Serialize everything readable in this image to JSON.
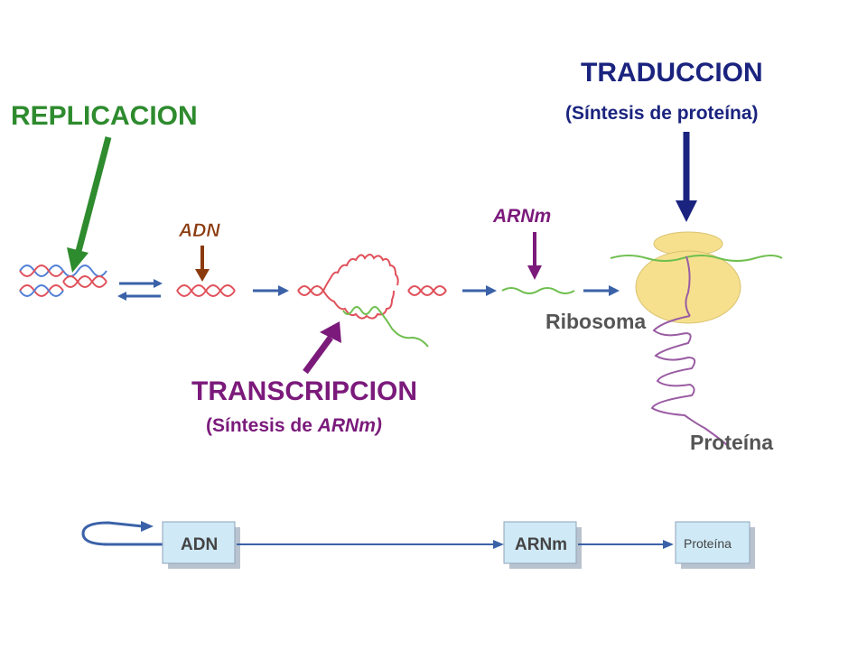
{
  "labels": {
    "replicacion": "REPLICACION",
    "traduccion": "TRADUCCION",
    "traduccion_sub": "(Síntesis de proteína)",
    "transcripcion": "TRANSCRIPCION",
    "transcripcion_sub_prefix": "(Síntesis de ",
    "transcripcion_sub_emph": "ARNm)",
    "adn": "ADN",
    "arnm": "ARNm",
    "ribosoma": "Ribosoma",
    "proteina": "Proteína"
  },
  "flow": {
    "box1": "ADN",
    "box2": "ARNm",
    "box3": "Proteína"
  },
  "colors": {
    "replicacion": "#2e8b2e",
    "traduccion": "#1a237e",
    "transcripcion": "#7b1a7b",
    "adn_label": "#8b3a0e",
    "arnm_label": "#7b1a7b",
    "dna_red": "#e0505a",
    "dna_blue": "#4f7ed6",
    "rna_green": "#6fbf4f",
    "flow_arrow": "#3b62a8",
    "ribosome_fill": "#f6e08e",
    "protein_chain": "#9a5ca3"
  }
}
